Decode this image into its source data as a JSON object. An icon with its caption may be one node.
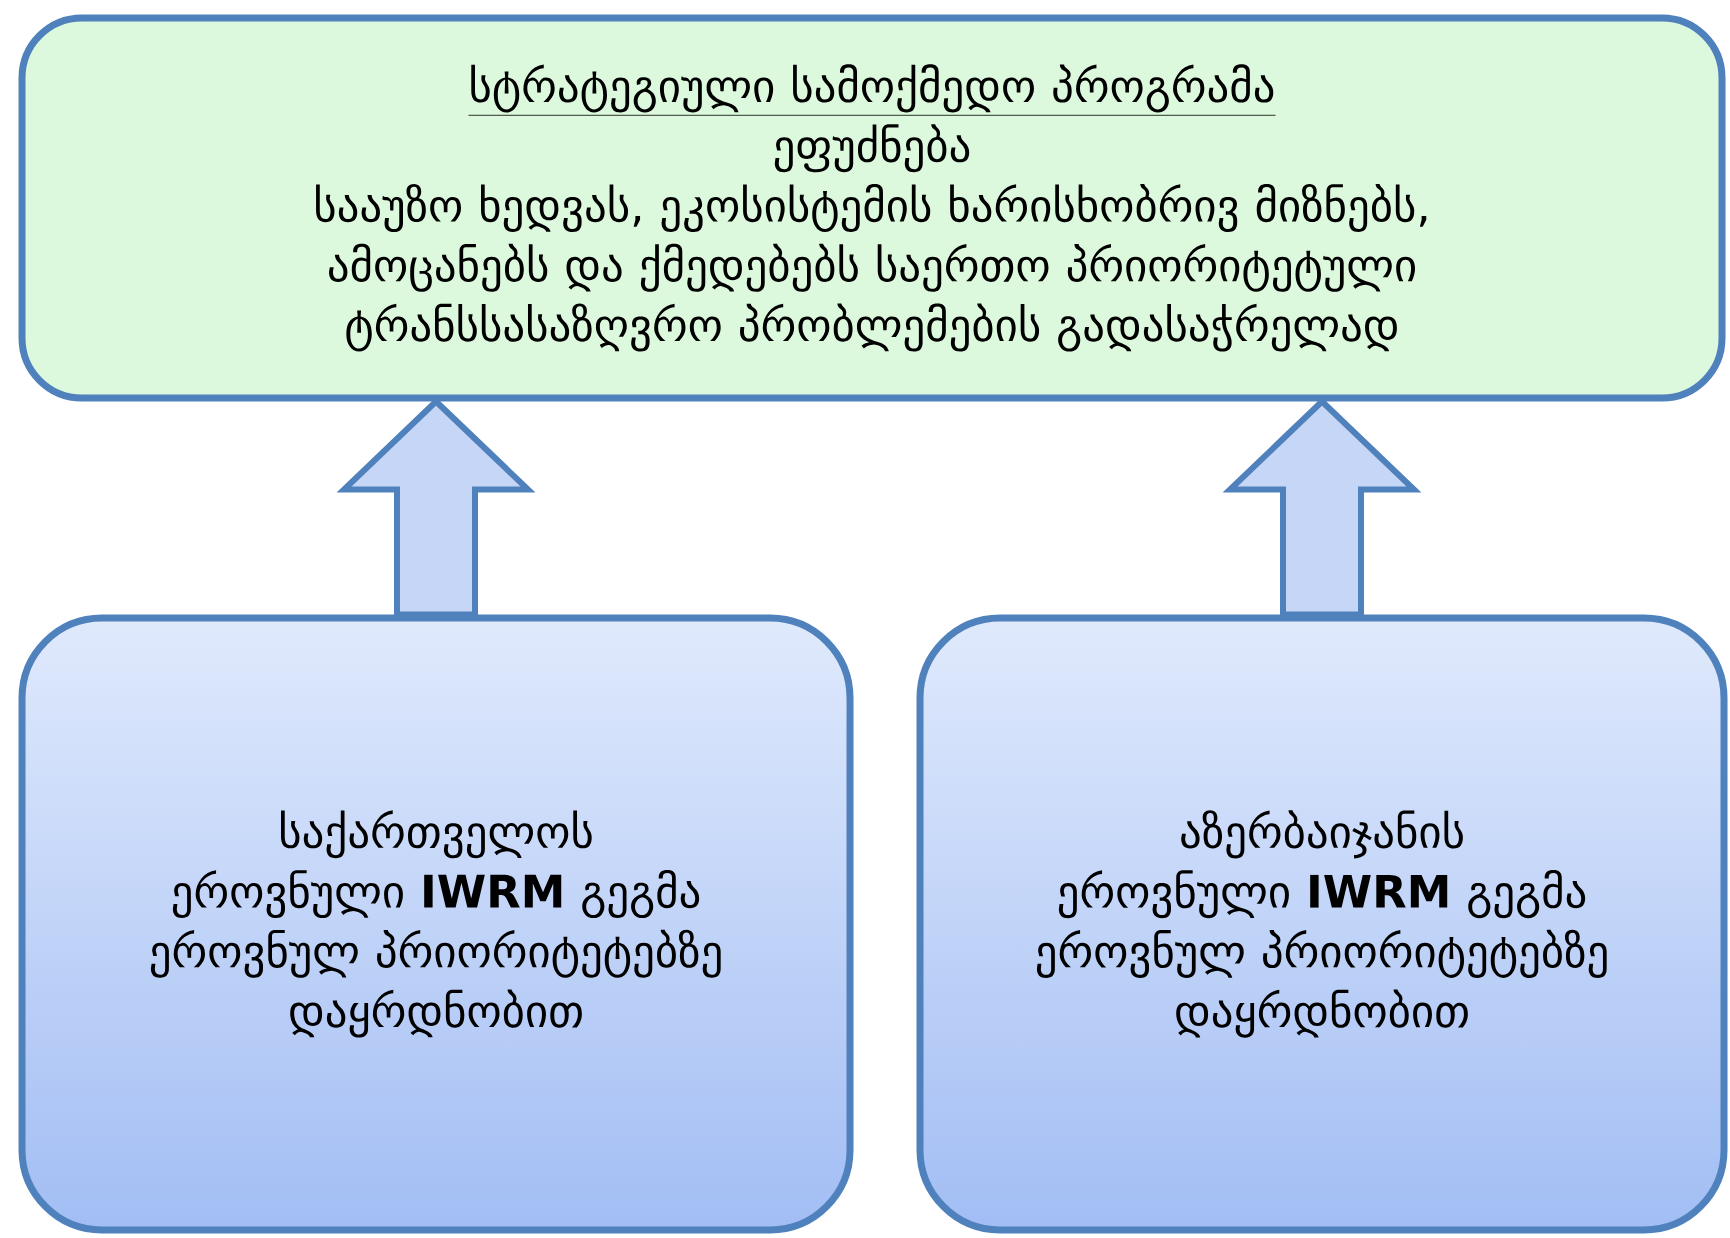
{
  "diagram": {
    "nodes": [
      {
        "text": [
          "სტრატეგიული სამოქმედო პროგრამა",
          "ეფუძნება",
          "სააუზო ხედვას, ეკოსისტემის ხარისხობრივ მიზნებს, ამოცანებს და ქმედებებს საერთო პრიორიტეტული ტრანსსასაზღვრო პრობლემების გადასაჭრელად"
        ]
      },
      {
        "text": [
          "საქართველოს ეროვნული **IWRM** გეგმა",
          "ეროვნულ პრიორიტეტებზე დაყრდნობით"
        ]
      },
      {
        "text": [
          "აზერბაიჯანის ეროვნული **IWRM** გეგმა",
          "ეროვნულ პრიორიტეტებზე დაყრდნობით"
        ]
      }
    ],
    "edges": [
      {
        "from": 1,
        "to": 0,
        "arrow": "to"
      },
      {
        "from": 2,
        "to": 0,
        "arrow": "to"
      }
    ]
  }
}
